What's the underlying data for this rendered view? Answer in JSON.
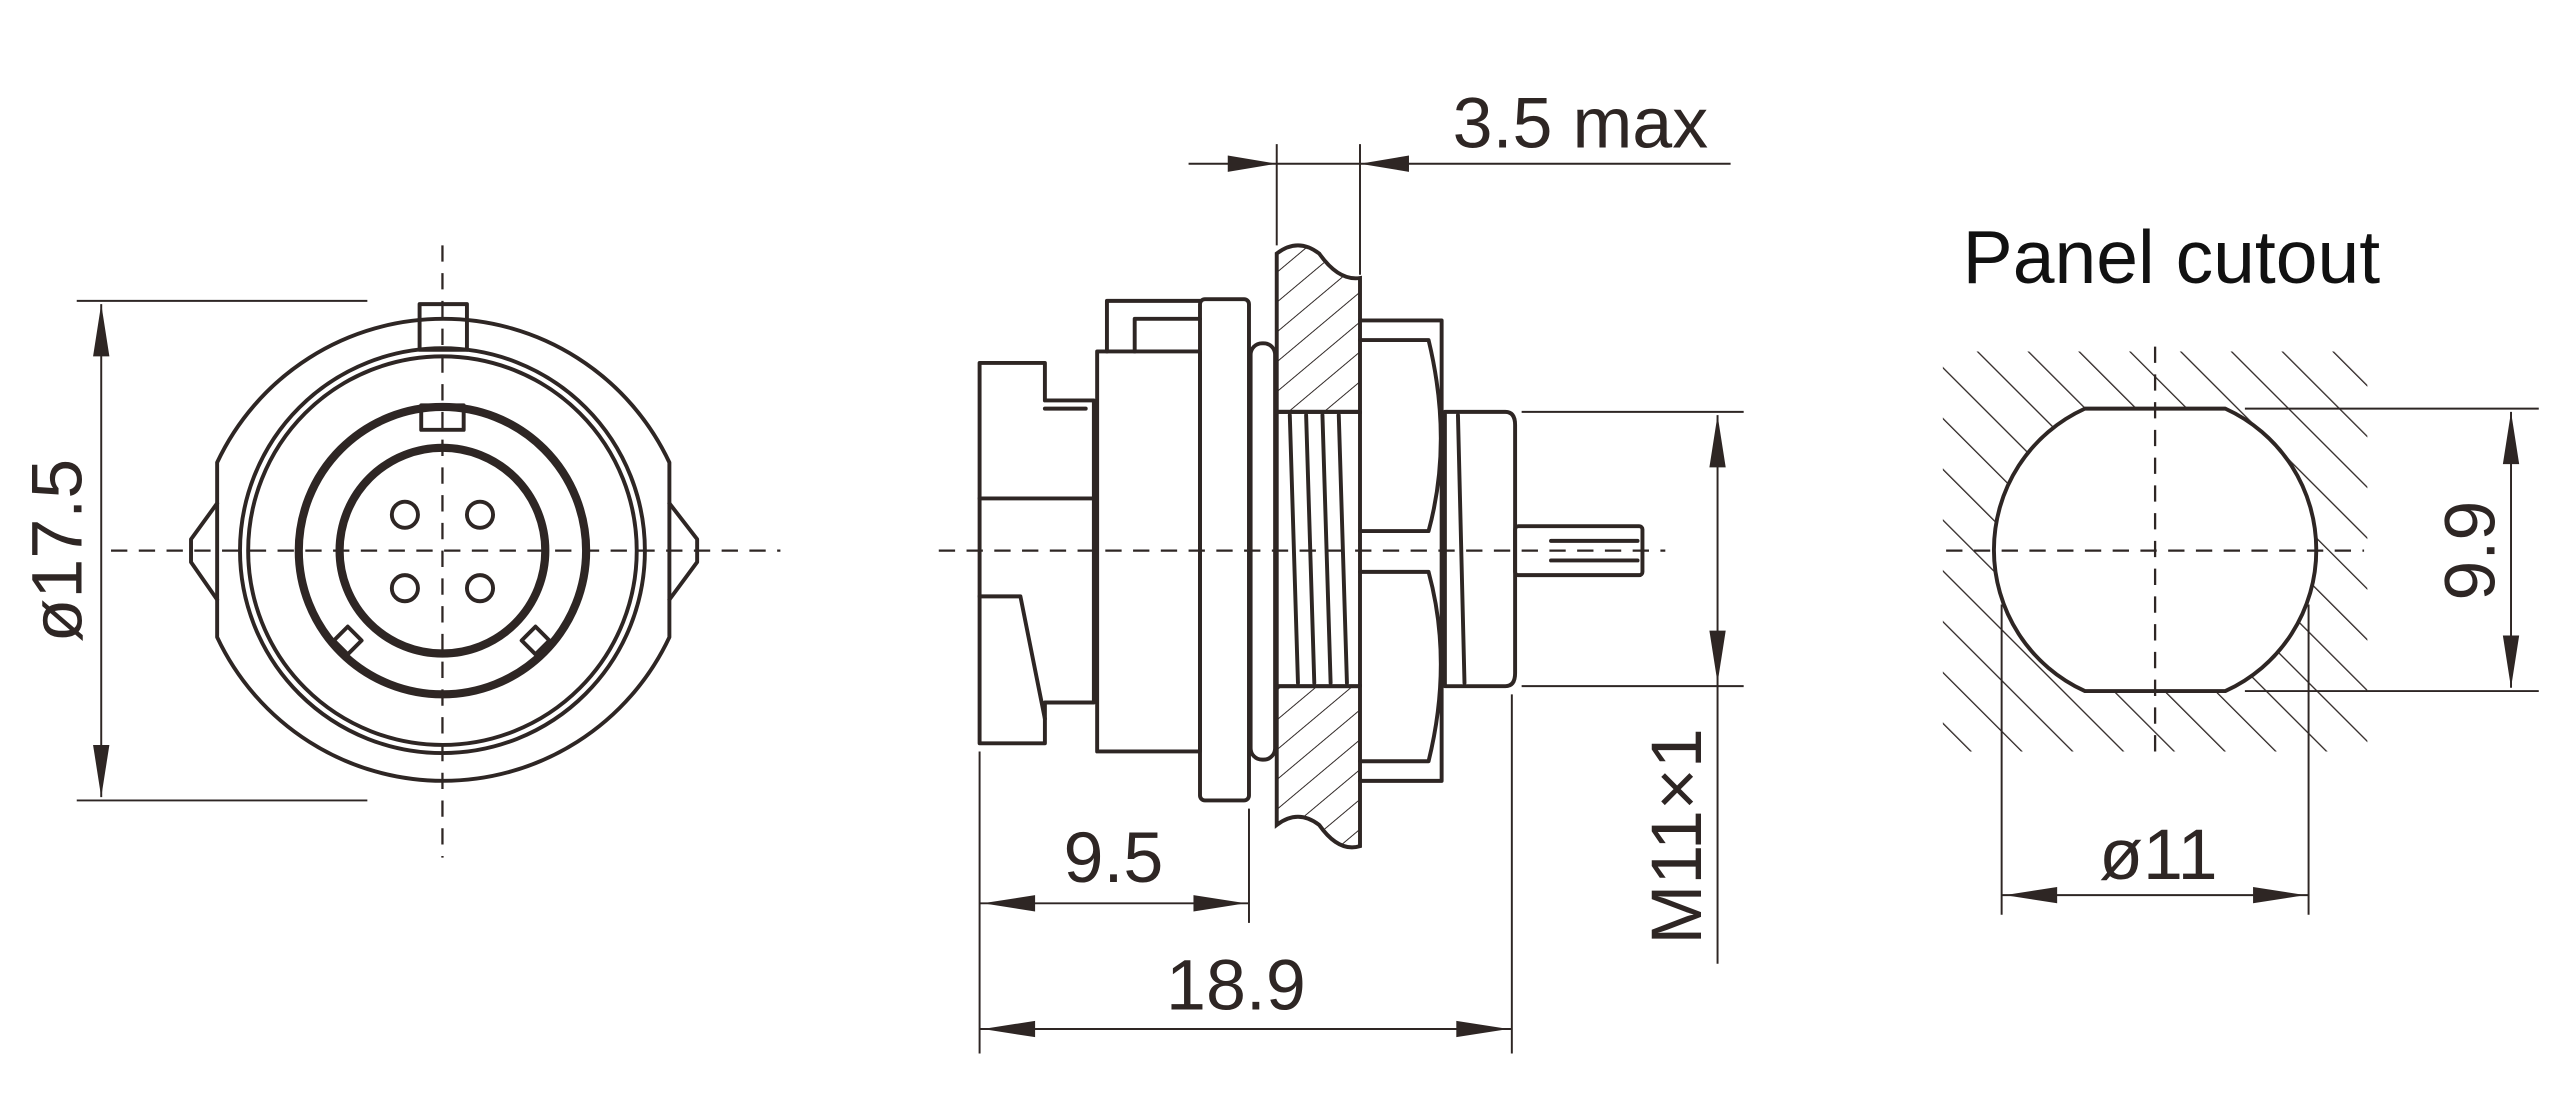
{
  "front_view": {
    "diameter_label": "ø17.5",
    "pin_count": 4
  },
  "side_view": {
    "panel_thickness_label": "3.5 max",
    "rear_length_label": "9.5",
    "total_length_label": "18.9",
    "thread_label": "M11×1"
  },
  "panel_cutout": {
    "title": "Panel cutout",
    "flat_width_label": "9.9",
    "diameter_label": "ø11"
  },
  "colors": {
    "line": "#2e2624",
    "background": "#ffffff"
  }
}
